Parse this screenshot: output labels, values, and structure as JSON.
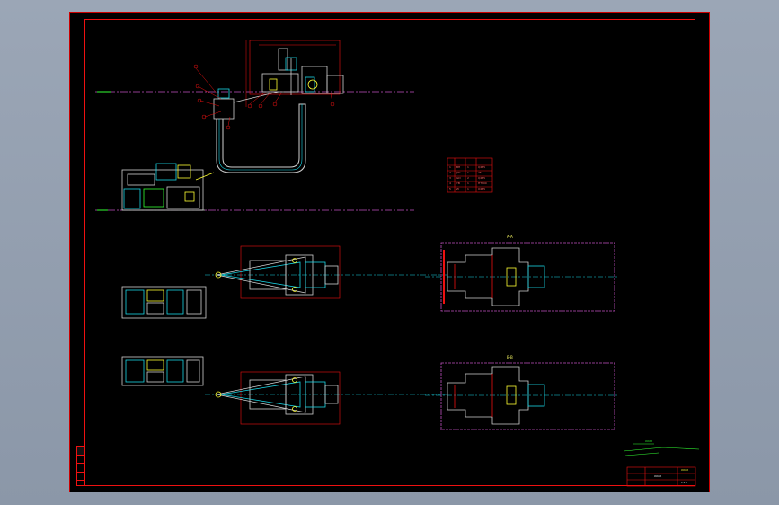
{
  "colors": {
    "background": "#000000",
    "frame": "#e11111",
    "centerline": "#c050c0",
    "steel": "#d0d0d0",
    "accent_cyan": "#19d6e6",
    "accent_yellow": "#ffff33",
    "accent_green": "#33ff33",
    "accent_red": "#ff3333"
  },
  "views": {
    "section_a_label": "A-A",
    "section_b_label": "B-B"
  },
  "legend_table": {
    "rows": [
      [
        "1",
        "BH",
        "1",
        "Q235"
      ],
      [
        "2",
        "JYC",
        "1",
        "45"
      ],
      [
        "3",
        "GD",
        "2",
        "Q235"
      ],
      [
        "4",
        "YB",
        "1",
        "HT200"
      ],
      [
        "5",
        "ZJ",
        "1",
        "Q235"
      ]
    ]
  },
  "title_block": {
    "company": "XXXX",
    "drawing_title": "XXXX",
    "scale": "1:10",
    "note": "XXXX"
  }
}
